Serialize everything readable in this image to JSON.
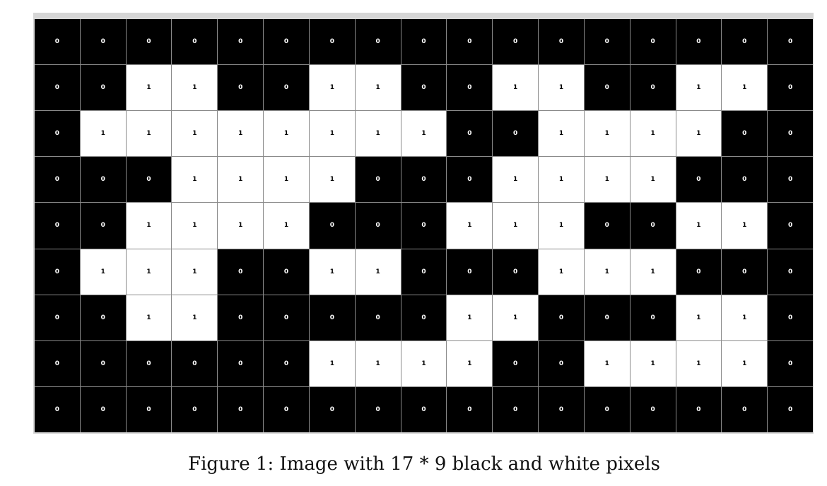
{
  "figure": {
    "caption": "Figure 1: Image with 17 * 9 black and white pixels",
    "colors": {
      "zero_fill": "#000000",
      "one_fill": "#ffffff",
      "grid_line": "#8a8a8a",
      "frame": "#d6d6d6"
    },
    "grid": {
      "columns": 17,
      "rows": 9,
      "values": [
        [
          0,
          0,
          0,
          0,
          0,
          0,
          0,
          0,
          0,
          0,
          0,
          0,
          0,
          0,
          0,
          0,
          0
        ],
        [
          0,
          0,
          1,
          1,
          0,
          0,
          1,
          1,
          0,
          0,
          1,
          1,
          0,
          0,
          1,
          1,
          0
        ],
        [
          0,
          1,
          1,
          1,
          1,
          1,
          1,
          1,
          1,
          0,
          0,
          1,
          1,
          1,
          1,
          0,
          0
        ],
        [
          0,
          0,
          0,
          1,
          1,
          1,
          1,
          0,
          0,
          0,
          1,
          1,
          1,
          1,
          0,
          0,
          0
        ],
        [
          0,
          0,
          1,
          1,
          1,
          1,
          0,
          0,
          0,
          1,
          1,
          1,
          0,
          0,
          1,
          1,
          0
        ],
        [
          0,
          1,
          1,
          1,
          0,
          0,
          1,
          1,
          0,
          0,
          0,
          1,
          1,
          1,
          0,
          0,
          0
        ],
        [
          0,
          0,
          1,
          1,
          0,
          0,
          0,
          0,
          0,
          1,
          1,
          0,
          0,
          0,
          1,
          1,
          0
        ],
        [
          0,
          0,
          0,
          0,
          0,
          0,
          1,
          1,
          1,
          1,
          0,
          0,
          1,
          1,
          1,
          1,
          0
        ],
        [
          0,
          0,
          0,
          0,
          0,
          0,
          0,
          0,
          0,
          0,
          0,
          0,
          0,
          0,
          0,
          0,
          0
        ]
      ]
    }
  }
}
